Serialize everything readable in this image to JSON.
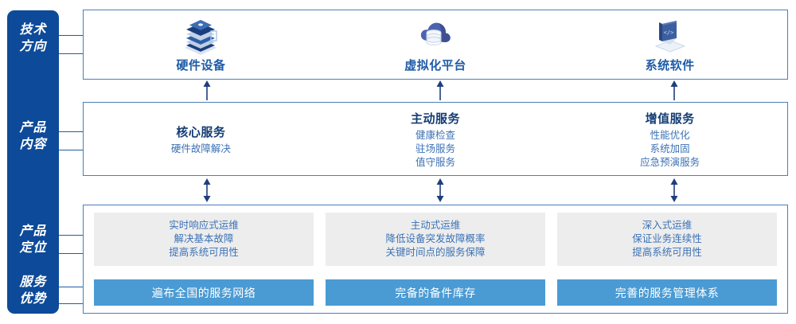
{
  "rail": {
    "labels": [
      {
        "line1": "技术",
        "line2": "方向"
      },
      {
        "line1": "产品",
        "line2": "内容"
      },
      {
        "line1": "产品",
        "line2": "定位"
      },
      {
        "line1": "服务",
        "line2": "优势"
      }
    ],
    "color": "#0D4A99"
  },
  "tech": {
    "items": [
      {
        "label": "硬件设备",
        "icon": "server-stack-icon"
      },
      {
        "label": "虚拟化平台",
        "icon": "cloud-database-icon"
      },
      {
        "label": "系统软件",
        "icon": "code-laptop-icon"
      }
    ]
  },
  "content": {
    "columns": [
      {
        "title": "核心服务",
        "items": [
          "硬件故障解决"
        ]
      },
      {
        "title": "主动服务",
        "items": [
          "健康检查",
          "驻场服务",
          "值守服务"
        ]
      },
      {
        "title": "增值服务",
        "items": [
          "性能优化",
          "系统加固",
          "应急预演服务"
        ]
      }
    ]
  },
  "positioning": {
    "boxes": [
      {
        "lines": [
          "实时响应式运维",
          "解决基本故障",
          "提高系统可用性"
        ]
      },
      {
        "lines": [
          "主动式运维",
          "降低设备突发故障概率",
          "关键时间点的服务保障"
        ]
      },
      {
        "lines": [
          "深入式运维",
          "保证业务连续性",
          "提高系统可用性"
        ]
      }
    ]
  },
  "advantages": {
    "bars": [
      {
        "label": "遍布全国的服务网络"
      },
      {
        "label": "完备的备件库存"
      },
      {
        "label": "完善的服务管理体系"
      }
    ],
    "color": "#4A9BD4"
  },
  "arrows": {
    "up": "arrow-up-icon",
    "updown": "arrow-up-down-icon"
  },
  "colors": {
    "rail": "#0D4A99",
    "border": "#4A7EBB",
    "title": "#143D74",
    "body": "#3C72B5",
    "grey": "#EDEDED",
    "accent": "#4A9BD4"
  }
}
